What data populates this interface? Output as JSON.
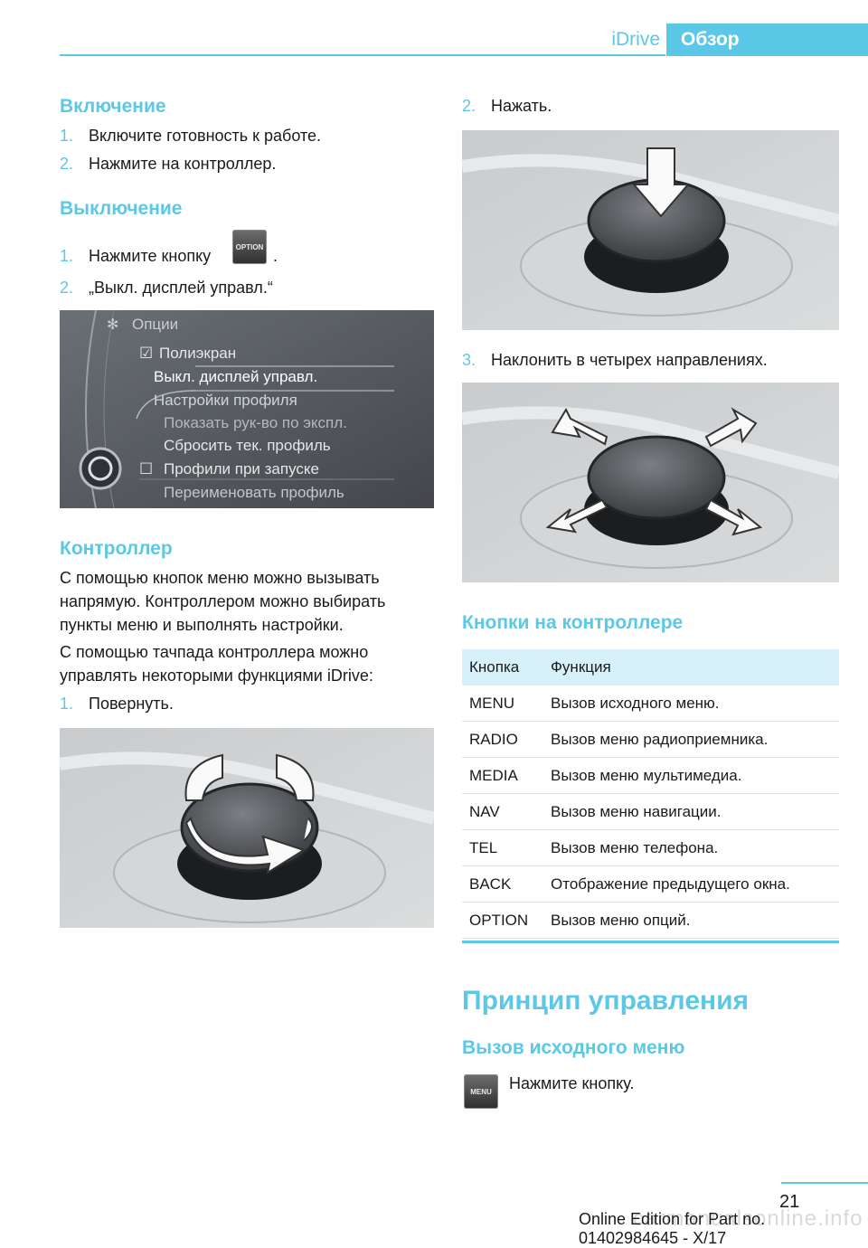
{
  "header": {
    "section": "iDrive",
    "tab": "Обзор"
  },
  "left": {
    "on_title": "Включение",
    "on_steps": [
      {
        "num": "1.",
        "text": "Включите готовность к работе."
      },
      {
        "num": "2.",
        "text": "Нажмите на контроллер."
      }
    ],
    "off_title": "Выключение",
    "off_steps": [
      {
        "num": "1.",
        "text": "Нажмите кнопку",
        "suffix": "."
      },
      {
        "num": "2.",
        "text": "„Выкл. дисплей управл.“"
      }
    ],
    "option_button": "OPTION",
    "options_menu": {
      "title": "Опции",
      "items": [
        "Полиэкран",
        "Выкл. дисплей управл.",
        "Настройки профиля",
        "Показать рук-во по экспл.",
        "Сбросить тек. профиль",
        "Профили при запуске",
        "Переименовать профиль"
      ]
    },
    "controller_title": "Контроллер",
    "controller_p1": "С помощью кнопок меню можно вызывать напрямую. Контроллером можно выбирать пункты меню и выполнять настройки.",
    "controller_p2": "С помощью тачпада контроллера можно управлять некоторыми функциями iDrive:",
    "turn_step": {
      "num": "1.",
      "text": "Повернуть."
    }
  },
  "right": {
    "press_step": {
      "num": "2.",
      "text": "Нажать."
    },
    "tilt_step": {
      "num": "3.",
      "text": "Наклонить в четырех направлениях."
    },
    "buttons_title": "Кнопки на контроллере",
    "table": {
      "headers": [
        "Кнопка",
        "Функция"
      ],
      "rows": [
        [
          "MENU",
          "Вызов исходного меню."
        ],
        [
          "RADIO",
          "Вызов меню радиоприемника."
        ],
        [
          "MEDIA",
          "Вызов меню мультимедиа."
        ],
        [
          "NAV",
          "Вызов меню навигации."
        ],
        [
          "TEL",
          "Вызов меню телефона."
        ],
        [
          "BACK",
          "Отображение предыдущего окна."
        ],
        [
          "OPTION",
          "Вызов меню опций."
        ]
      ]
    },
    "principle_title": "Принцип управления",
    "main_menu_title": "Вызов исходного меню",
    "menu_button": "MENU",
    "main_menu_text": "Нажмите кнопку."
  },
  "footer": {
    "page": "21",
    "edition": "Online Edition for Part no. 01402984645 - X/17",
    "watermark": "carmanualsonline.info"
  }
}
